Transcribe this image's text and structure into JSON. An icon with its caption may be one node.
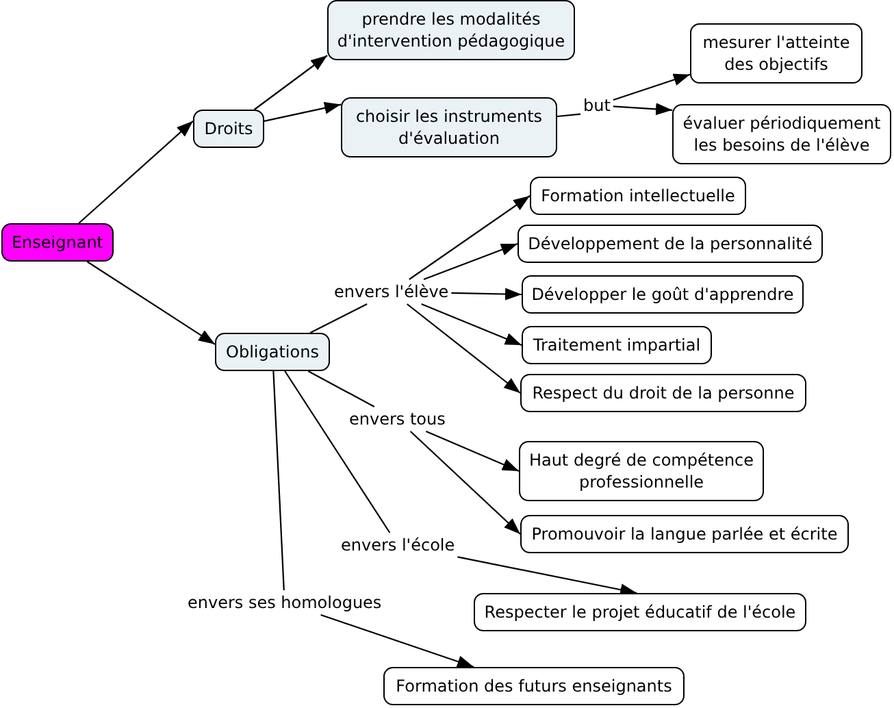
{
  "diagram": {
    "nodes": [
      {
        "text": [
          "Enseignant"
        ]
      },
      {
        "text": [
          "Droits"
        ]
      },
      {
        "text": [
          "prendre les modalités d'intervention pédagogique"
        ]
      },
      {
        "text": [
          "choisir les instruments d'évaluation"
        ]
      },
      {
        "text": [
          "but"
        ]
      },
      {
        "text": [
          "mesurer l'atteinte des objectifs"
        ]
      },
      {
        "text": [
          "évaluer périodiquement les besoins de l'élève"
        ]
      },
      {
        "text": [
          "Obligations"
        ]
      },
      {
        "text": [
          "envers l'élève"
        ]
      },
      {
        "text": [
          "Formation intellectuelle"
        ]
      },
      {
        "text": [
          "Développement de la personnalité"
        ]
      },
      {
        "text": [
          "Développer le goût d'apprendre"
        ]
      },
      {
        "text": [
          "Traitement impartial"
        ]
      },
      {
        "text": [
          "Respect du droit de la personne"
        ]
      },
      {
        "text": [
          "envers tous"
        ]
      },
      {
        "text": [
          "Haut degré de compétence professionnelle"
        ]
      },
      {
        "text": [
          "Promouvoir la langue parlée et écrite"
        ]
      },
      {
        "text": [
          "envers l'école"
        ]
      },
      {
        "text": [
          "Respecter le projet éducatif de l'école"
        ]
      },
      {
        "text": [
          "envers ses homologues"
        ]
      },
      {
        "text": [
          "Formation des futurs enseignants"
        ]
      }
    ],
    "edges": [
      {
        "from": 0,
        "to": 1,
        "arrow": "to"
      },
      {
        "from": 0,
        "to": 7,
        "arrow": "to"
      },
      {
        "from": 1,
        "to": 2,
        "arrow": "to"
      },
      {
        "from": 1,
        "to": 3,
        "arrow": "to"
      },
      {
        "from": 3,
        "to": 4,
        "arrow": "none"
      },
      {
        "from": 4,
        "to": 5,
        "arrow": "to"
      },
      {
        "from": 4,
        "to": 6,
        "arrow": "to"
      },
      {
        "from": 7,
        "to": 8,
        "arrow": "none"
      },
      {
        "from": 8,
        "to": 9,
        "arrow": "to"
      },
      {
        "from": 8,
        "to": 10,
        "arrow": "to"
      },
      {
        "from": 8,
        "to": 11,
        "arrow": "to"
      },
      {
        "from": 8,
        "to": 12,
        "arrow": "to"
      },
      {
        "from": 8,
        "to": 13,
        "arrow": "to"
      },
      {
        "from": 7,
        "to": 14,
        "arrow": "none"
      },
      {
        "from": 14,
        "to": 15,
        "arrow": "to"
      },
      {
        "from": 14,
        "to": 16,
        "arrow": "to"
      },
      {
        "from": 7,
        "to": 17,
        "arrow": "none"
      },
      {
        "from": 17,
        "to": 18,
        "arrow": "to"
      },
      {
        "from": 7,
        "to": 19,
        "arrow": "none"
      },
      {
        "from": 19,
        "to": 20,
        "arrow": "to"
      }
    ]
  }
}
